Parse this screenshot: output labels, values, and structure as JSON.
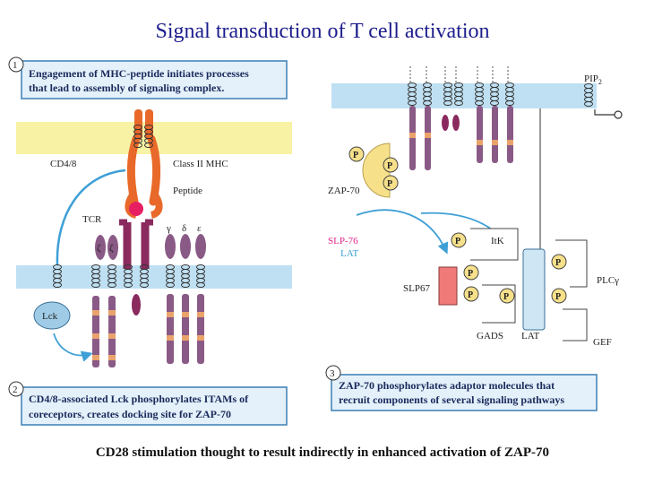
{
  "title": "Signal transduction of T cell activation",
  "panels": {
    "p1_number": "1",
    "p1_text_line1": "Engagement of MHC-peptide initiates processes",
    "p1_text_line2": "that lead to assembly of signaling complex.",
    "p2_number": "2",
    "p2_text_line1": "CD4/8-associated Lck phosphorylates ITAMs of",
    "p2_text_line2": "coreceptors, creates docking site for ZAP-70",
    "p3_number": "3",
    "p3_text_line1": "ZAP-70 phosphorylates adaptor molecules that",
    "p3_text_line2": "recruit components of several signaling pathways"
  },
  "labels": {
    "cd48": "CD4/8",
    "class2mhc": "Class II MHC",
    "peptide": "Peptide",
    "tcr": "TCR",
    "zeta": "ζ",
    "gamma": "γ",
    "delta": "δ",
    "epsilon": "ε",
    "lck": "Lck",
    "pip2": "PIP",
    "pip2_sub": "2",
    "zap70": "ZAP-70",
    "slp76": "SLP-76",
    "lat_magenta": "LAT",
    "itk": "ItK",
    "slp67": "SLP67",
    "gads": "GADS",
    "lat": "LAT",
    "plcg": "PLCγ",
    "gef": "GEF",
    "p": "P"
  },
  "colors": {
    "membrane": "#bfe0f2",
    "apc_membrane": "#f8f2a4",
    "chain": "#8a5a86",
    "itam": "#e9a36b",
    "mhc": "#e8692a",
    "peptide": "#e61e62",
    "zap_yellow": "#f6e08a",
    "lck": "#9fcbe6",
    "arrow": "#3e9fd6",
    "slp_red": "#ef7a78",
    "lat_blue": "#cfe6f5",
    "box_fill": "#e4f1fa",
    "box_border": "#3b7fb4",
    "title": "#1d1d8c",
    "magenta": "#e2238a"
  },
  "footer": "CD28 stimulation thought to result indirectly in enhanced activation of ZAP-70"
}
